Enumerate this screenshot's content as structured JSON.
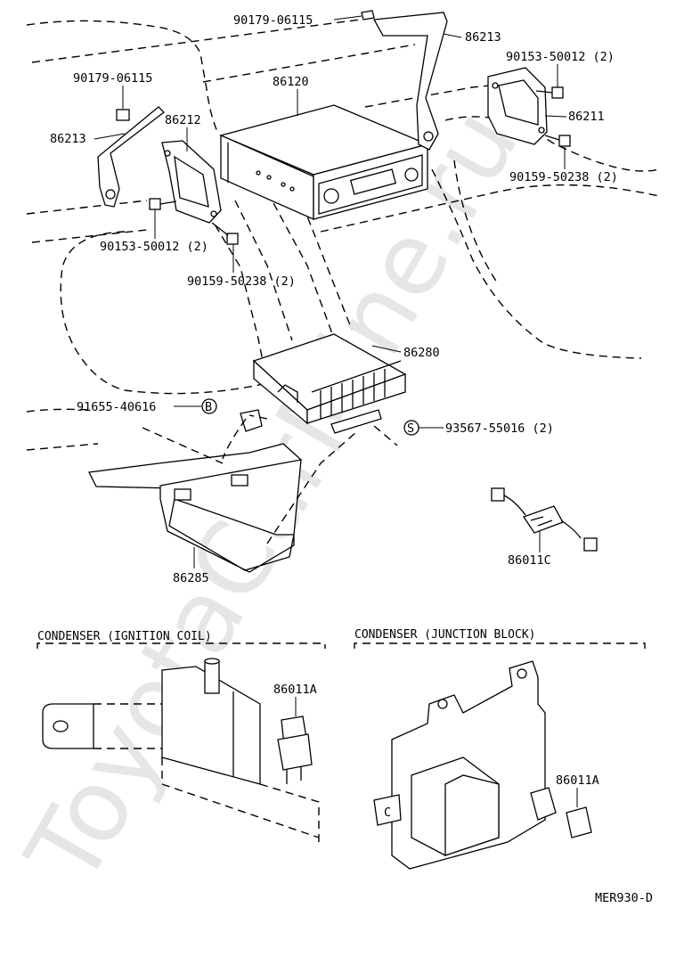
{
  "watermark": "ToyotaCarMine.ru",
  "parts": {
    "p_90179_top": "90179-06115",
    "p_86213_top": "86213",
    "p_90153_right": "90153-50012 (2)",
    "p_86211": "86211",
    "p_90159_right": "90159-50238 (2)",
    "p_90179_left": "90179-06115",
    "p_86120": "86120",
    "p_86212": "86212",
    "p_86213_left": "86213",
    "p_90153_left": "90153-50012 (2)",
    "p_90159_left": "90159-50238 (2)",
    "p_86280": "86280",
    "p_91655": "91655-40616",
    "p_93567": "93567-55016 (2)",
    "p_86011c": "86011C",
    "p_86285": "86285",
    "p_86011a_left": "86011A",
    "p_86011a_right": "86011A"
  },
  "markers": {
    "b": "B",
    "s": "S",
    "c": "C"
  },
  "sections": {
    "ignition": "CONDENSER (IGNITION COIL)",
    "junction": "CONDENSER (JUNCTION BLOCK)"
  },
  "figure_code": "MER930-D"
}
